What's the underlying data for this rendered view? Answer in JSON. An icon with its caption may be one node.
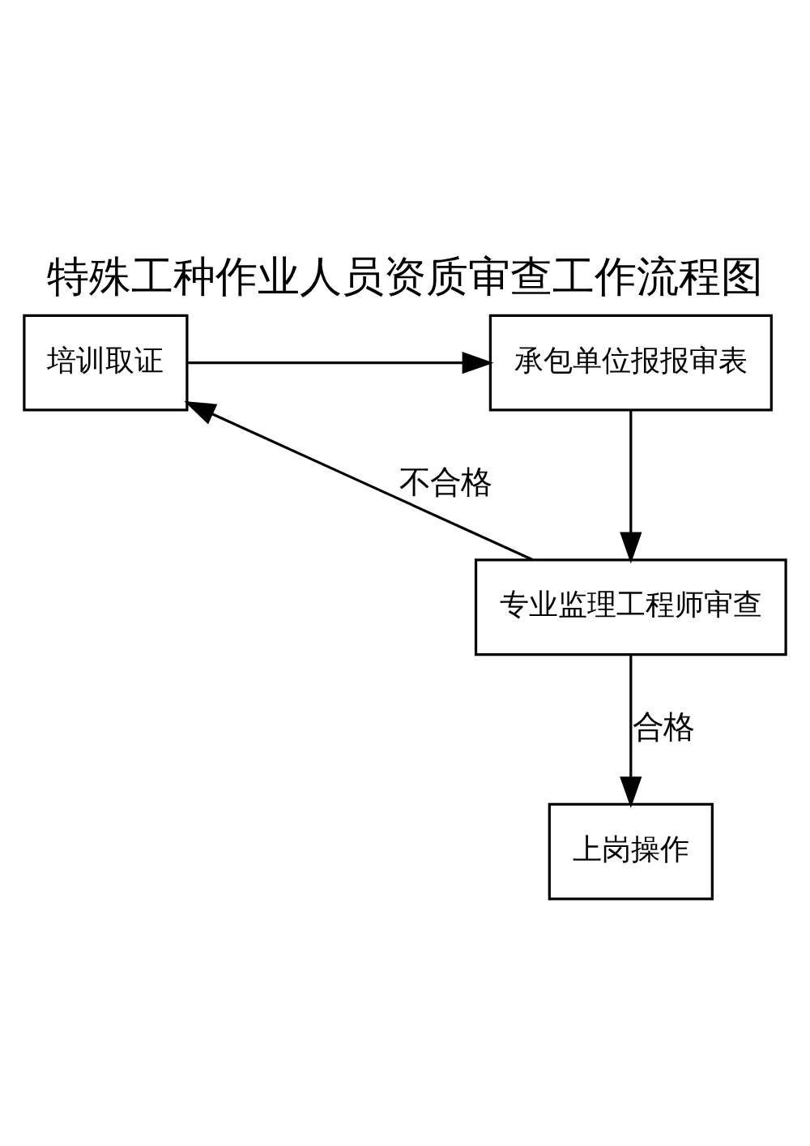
{
  "diagram": {
    "title": "特殊工种作业人员资质审查工作流程图",
    "nodes": [
      {
        "text": [
          "承包单位报报审表"
        ]
      },
      {
        "text": [
          "培训取证"
        ]
      },
      {
        "text": [
          "专业监理工程师审查"
        ]
      },
      {
        "text": [
          "上岗操作"
        ]
      }
    ],
    "edges": [
      {
        "from": 1,
        "to": 0,
        "arrow": "to"
      },
      {
        "from": 0,
        "to": 2,
        "arrow": "to"
      },
      {
        "from": 2,
        "to": 1,
        "arrow": "to",
        "label": "不合格"
      },
      {
        "from": 2,
        "to": 3,
        "arrow": "to",
        "label": "合格"
      }
    ]
  }
}
